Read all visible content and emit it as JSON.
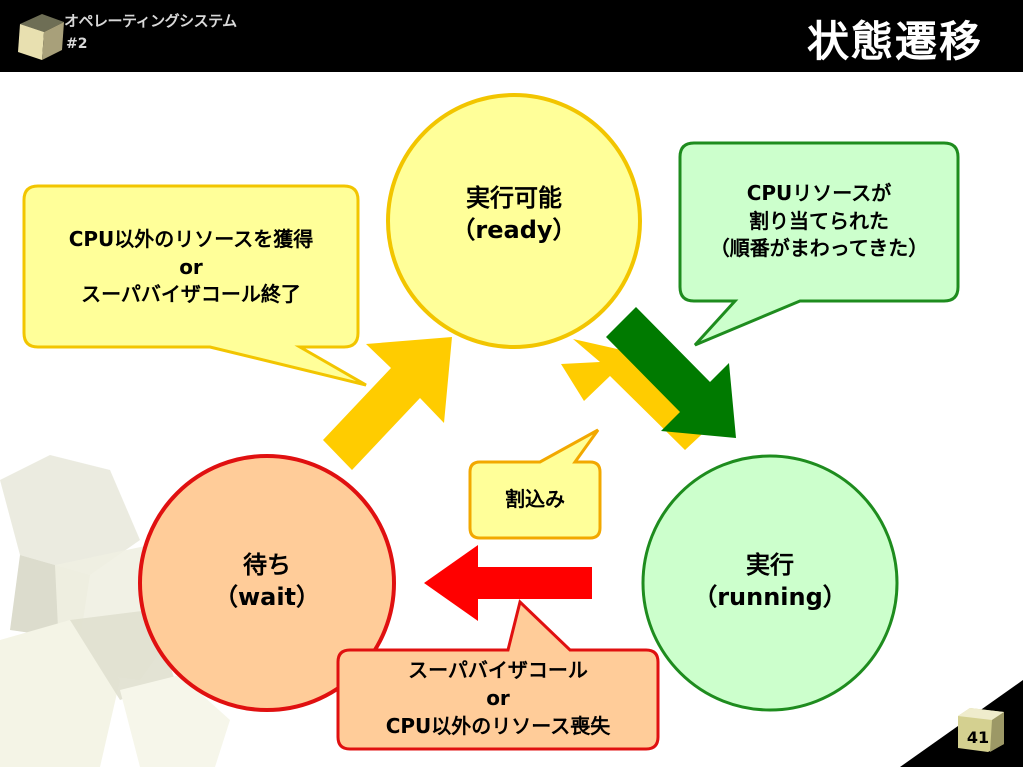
{
  "header": {
    "subtitle_line1": "オペレーティングシステム",
    "subtitle_line2": "#2",
    "title": "状態遷移"
  },
  "states": {
    "ready": {
      "name": "実行可能",
      "english": "（ready）"
    },
    "running": {
      "name": "実行",
      "english": "（running）"
    },
    "wait": {
      "name": "待ち",
      "english": "（wait）"
    }
  },
  "callouts": {
    "resource_acquired": {
      "line1": "CPU以外のリソースを獲得",
      "line2": "or",
      "line3": "スーパバイザコール終了"
    },
    "cpu_assigned": {
      "line1": "CPUリソースが",
      "line2": "割り当てられた",
      "line3": "（順番がまわってきた）"
    },
    "interrupt": {
      "label": "割込み"
    },
    "supervisor_call": {
      "line1": "スーパバイザコール",
      "line2": "or",
      "line3": "CPU以外のリソース喪失"
    }
  },
  "colors": {
    "ready_fill": "#ffff99",
    "ready_stroke": "#f2c500",
    "running_fill": "#ccffcc",
    "running_stroke": "#1e8c1e",
    "wait_fill": "#ffcc99",
    "wait_stroke": "#e01010",
    "arrow_yellow": "#ffcc00",
    "arrow_green": "#007a00",
    "arrow_red": "#ff0000"
  },
  "page_number": "41"
}
